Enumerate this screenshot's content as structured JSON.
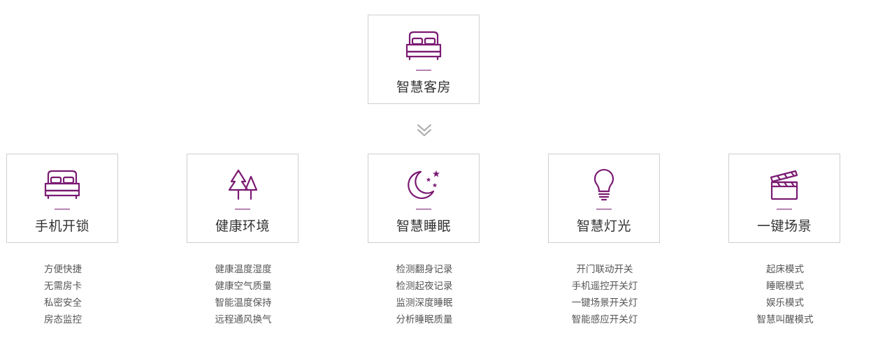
{
  "top": {
    "title": "智慧客房",
    "icon": "bed-icon"
  },
  "features": [
    {
      "title": "手机开锁",
      "icon": "bed-icon",
      "items": [
        "方便快捷",
        "无需房卡",
        "私密安全",
        "房态监控"
      ]
    },
    {
      "title": "健康环境",
      "icon": "trees-icon",
      "items": [
        "健康温度湿度",
        "健康空气质量",
        "智能温度保持",
        "远程通风换气"
      ]
    },
    {
      "title": "智慧睡眠",
      "icon": "moon-stars-icon",
      "items": [
        "检测翻身记录",
        "检测起夜记录",
        "监测深度睡眠",
        "分析睡眠质量"
      ]
    },
    {
      "title": "智慧灯光",
      "icon": "light-bulb-icon",
      "items": [
        "开门联动开关",
        "手机遥控开关灯",
        "一键场景开关灯",
        "智能感应开关灯"
      ]
    },
    {
      "title": "一键场景",
      "icon": "clapperboard-icon",
      "items": [
        "起床模式",
        "睡眠模式",
        "娱乐模式",
        "智慧叫醒模式"
      ]
    }
  ],
  "colors": {
    "accent": "#7a1a72",
    "border": "#cfcfcf",
    "text": "#333333",
    "subtext": "#555555",
    "arrow": "#aaaaaa"
  }
}
